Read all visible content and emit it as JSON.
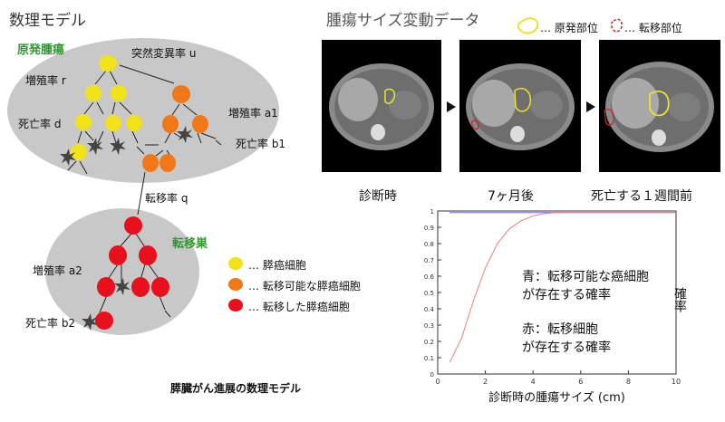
{
  "left": {
    "title": "数理モデル",
    "primary_label": "原発腫瘍",
    "metastasis_label": "転移巣",
    "mutation_label": "突然変異率 u",
    "prolif_r": "増殖率 r",
    "death_d": "死亡率 d",
    "prolif_a1": "増殖率 a1",
    "death_b1": "死亡率 b1",
    "transfer_q": "転移率 q",
    "prolif_a2": "増殖率 a2",
    "death_b2": "死亡率 b2",
    "caption": "膵臓がん進展の数理モデル",
    "legend": [
      {
        "label": "… 膵癌細胞",
        "color": "#f2e21a"
      },
      {
        "label": "… 転移可能な膵癌細胞",
        "color": "#f07818"
      },
      {
        "label": "… 転移した膵癌細胞",
        "color": "#e8101c"
      }
    ]
  },
  "right": {
    "title": "腫瘍サイズ変動データ",
    "legend_primary": "… 原発部位",
    "legend_metastasis": "… 転移部位",
    "ct_labels": [
      "診断時",
      "7ヶ月後",
      "死亡する１週間前"
    ],
    "text_blue_1": "青：転移可能な癌細胞",
    "text_blue_2": "が存在する確率",
    "text_red_1": "赤：転移細胞",
    "text_red_2": "が存在する確率"
  },
  "chart_data": {
    "type": "line",
    "xlabel": "診断時の腫瘍サイズ (cm)",
    "ylabel": "確率",
    "xlim": [
      0,
      10
    ],
    "ylim": [
      0,
      1
    ],
    "xticks": [
      0,
      2,
      4,
      6,
      8,
      10
    ],
    "yticks": [
      0,
      0.1,
      0.2,
      0.3,
      0.4,
      0.5,
      0.6,
      0.7,
      0.8,
      0.9,
      1
    ],
    "series": [
      {
        "color": "#6a6adc",
        "x": [
          0.5,
          1,
          2,
          3,
          4,
          5,
          6,
          7,
          8,
          9,
          10
        ],
        "y": [
          0.99,
          0.99,
          0.99,
          0.99,
          0.99,
          0.99,
          0.99,
          0.99,
          0.99,
          0.99,
          0.99
        ]
      },
      {
        "color": "#e88080",
        "x": [
          0.5,
          1,
          1.5,
          2,
          2.5,
          3,
          3.5,
          4,
          4.5,
          5,
          6,
          7,
          8,
          9,
          10
        ],
        "y": [
          0.07,
          0.22,
          0.45,
          0.65,
          0.8,
          0.89,
          0.94,
          0.97,
          0.985,
          0.99,
          0.99,
          0.99,
          0.99,
          0.99,
          0.99
        ]
      }
    ]
  }
}
